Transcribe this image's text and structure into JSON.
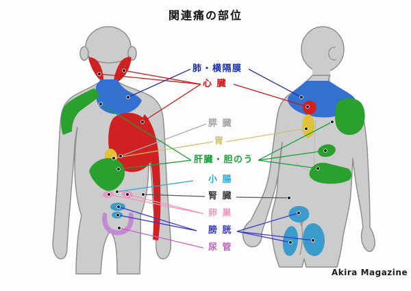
{
  "title": "関連痛の部位",
  "footer": "Akira Magazine",
  "diagram": {
    "description_labels": [
      {
        "id": "lung-diaphragm",
        "text": "肺・横隔膜",
        "color": "#1b2fb0"
      },
      {
        "id": "heart",
        "text": "心 臓",
        "color": "#d11313"
      },
      {
        "id": "pancreas",
        "text": "膵 臓",
        "color": "#a6a6a6"
      },
      {
        "id": "stomach",
        "text": "胃",
        "color": "#d5bf62"
      },
      {
        "id": "liver-gallbladder",
        "text": "肝臓・胆のう",
        "color": "#18a038"
      },
      {
        "id": "small-intestine",
        "text": "小 腸",
        "color": "#2aa8d8"
      },
      {
        "id": "kidney",
        "text": "腎 臓",
        "color": "#3f3f3f"
      },
      {
        "id": "ovary",
        "text": "卵 巣",
        "color": "#ef93ba"
      },
      {
        "id": "bladder",
        "text": "膀 胱",
        "color": "#3535cf"
      },
      {
        "id": "ureter",
        "text": "尿 管",
        "color": "#c85fc8"
      }
    ],
    "figures": [
      "front-body",
      "back-body"
    ],
    "region_colors": {
      "body_fill": "#cccccc",
      "body_outline": "#8e8e8e",
      "lung_diaphragm_area": "#3470cf",
      "heart_area": "#cf2121",
      "stomach_area": "#e0c238",
      "liver_gallbladder_area": "#2aa02e",
      "ovary_area": "#e897c5",
      "bladder_area": "#3b9ccc",
      "ureter_area": "#c28ad0"
    }
  }
}
